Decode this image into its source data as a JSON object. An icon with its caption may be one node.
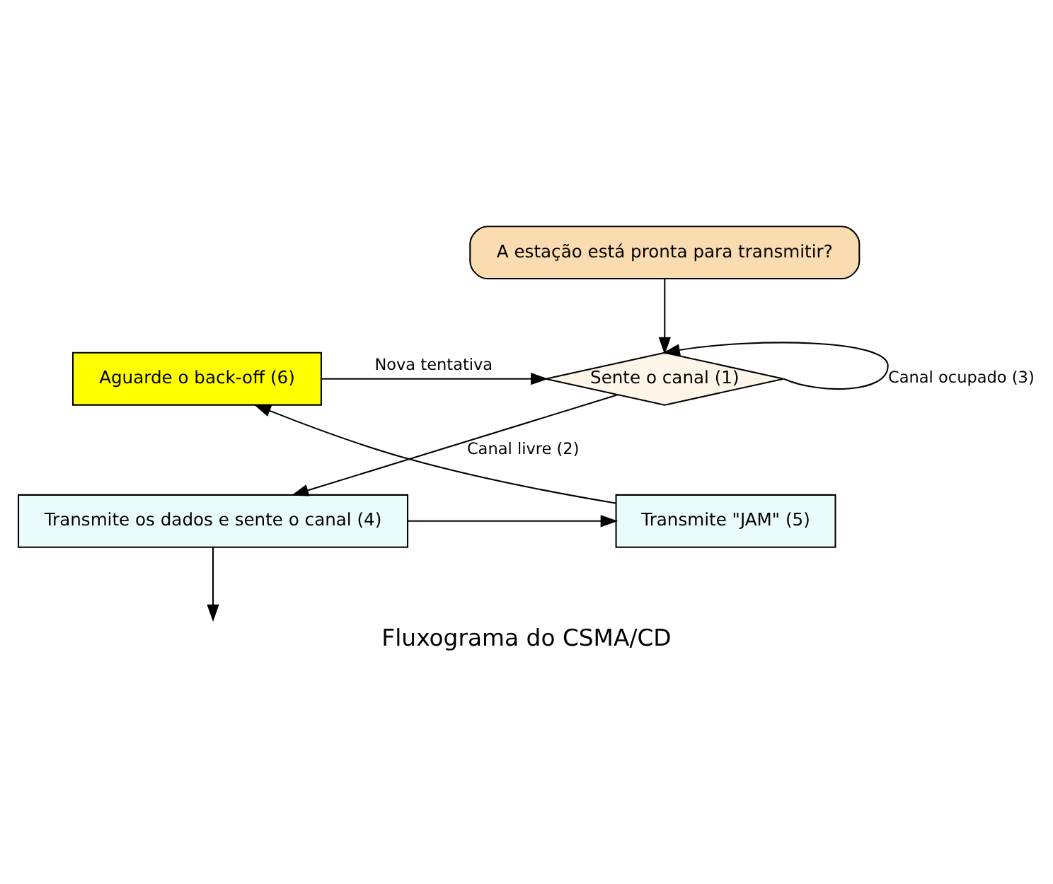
{
  "diagram": {
    "caption": "Fluxograma do CSMA/CD",
    "nodes": [
      {
        "text": [
          "A estação está pronta para transmitir?"
        ]
      },
      {
        "text": [
          "Sente o canal (1)"
        ]
      },
      {
        "text": [
          "Transmite os dados e sente o canal (4)"
        ]
      },
      {
        "text": [
          "Transmite \"JAM\" (5)"
        ]
      },
      {
        "text": [
          "Aguarde o back-off (6)"
        ]
      }
    ],
    "edges": [
      {
        "from": 0,
        "to": 1,
        "arrow": "to"
      },
      {
        "from": 4,
        "to": 1,
        "arrow": "to",
        "label": "Nova tentativa"
      },
      {
        "from": 1,
        "to": 1,
        "arrow": "to",
        "label": "Canal ocupado (3)"
      },
      {
        "from": 1,
        "to": 2,
        "arrow": "to",
        "label": "Canal livre (2)"
      },
      {
        "from": 2,
        "to": 3,
        "arrow": "to"
      },
      {
        "from": 3,
        "to": 4,
        "arrow": "to"
      },
      {
        "from": 2,
        "to": null,
        "arrow": "to"
      }
    ]
  }
}
